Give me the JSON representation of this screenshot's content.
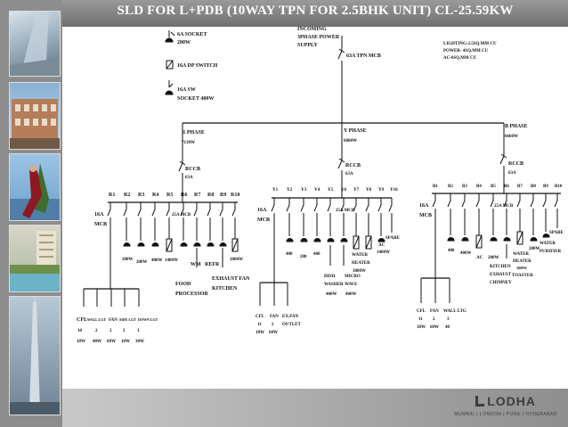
{
  "title": "SLD FOR L+PDB (10WAY TPN FOR 2.5BHK UNIT) CL-25.59KW",
  "legend": [
    {
      "icon": "socket-icon",
      "text": "6A SOCKET",
      "sub": "200W"
    },
    {
      "icon": "dp-switch-icon",
      "text": "16A DP SWITCH",
      "sub": ""
    },
    {
      "icon": "sw-socket-icon",
      "text": "16A SW",
      "sub": "SOCKET 400W"
    }
  ],
  "supply": {
    "line1": "INCOMING",
    "line2": "3PHASE POWER",
    "line3": "SUPPLY",
    "mcb": "63A TPN MCB"
  },
  "notes": [
    "LIGHTING-2.5SQ.MM CU",
    "POWER- 4SQ.MM CU",
    "AC-6SQ.MM CU"
  ],
  "phases": {
    "r": {
      "name": "R PHASE",
      "load": "7130W"
    },
    "y": {
      "name": "Y PHASE",
      "load": "6800W"
    },
    "b": {
      "name": "B PHASE",
      "load": "6660W"
    }
  },
  "rccb": {
    "label": "RCCB",
    "rating": "63A"
  },
  "mcb": {
    "l1": "16A",
    "l2": "MCB",
    "mid": "25A MCB"
  },
  "r_circuits": [
    "R1",
    "R2",
    "R3",
    "R4",
    "R5",
    "R6",
    "R7",
    "R8",
    "R9",
    "R10"
  ],
  "y_circuits": [
    "Y1",
    "Y2",
    "Y3",
    "Y4",
    "Y5",
    "Y6",
    "Y7",
    "Y8",
    "Y9",
    "Y10"
  ],
  "b_circuits": [
    "B1",
    "B2",
    "B3",
    "B4",
    "B5",
    "B6",
    "B7",
    "B8",
    "B9",
    "B10"
  ],
  "r_loads": [
    "200W",
    "200W",
    "400W",
    "1400W",
    "WM",
    "REFR",
    "2800W",
    "FOOD",
    "PROCESSOR",
    "EXHAUST FAN",
    "KITCHEN"
  ],
  "r_lights": {
    "names": [
      "CFL",
      "WALL LGT",
      "FAN",
      "SIDE LGT",
      "DOWN LGT"
    ],
    "qty": [
      "10",
      "2",
      "2",
      "2",
      "3"
    ],
    "watts": [
      "18W",
      "40W",
      "60W",
      "18W",
      "30W"
    ]
  },
  "y_loads": [
    "400",
    "200",
    "400",
    "DISH",
    "WASHER",
    "MICRO",
    "WAVE",
    "400W",
    "400W",
    "WATER",
    "HEATER",
    "3000W",
    "AC",
    "1400W",
    "SPARE"
  ],
  "y_lights": {
    "names": [
      "CFL",
      "FAN",
      "EX.FAN"
    ],
    "qty": [
      "11",
      "2",
      "OUTLET"
    ],
    "watts": [
      "18W",
      "60W",
      ""
    ]
  },
  "b_loads": [
    "400",
    "400W",
    "AC",
    "200W",
    "KITCHEN",
    "EXHAUST",
    "CHIMNEY",
    "WATER",
    "HEATER",
    "3000W",
    "TOASTER",
    "200W",
    "SPARE",
    "WATER",
    "PURIFIER"
  ],
  "b_lights": {
    "names": [
      "CFL",
      "FAN",
      "WALL LTG"
    ],
    "qty": [
      "11",
      "2",
      "3"
    ],
    "watts": [
      "18W",
      "60W",
      "40"
    ]
  },
  "footer": {
    "logo": "LODHA",
    "cities": "MUMBAI | LONDON | PUNE | HYDERABAD"
  },
  "colors": {
    "sidebar": "#8d8d8d",
    "topbar": "#7f7f7f",
    "text": "#111111"
  }
}
